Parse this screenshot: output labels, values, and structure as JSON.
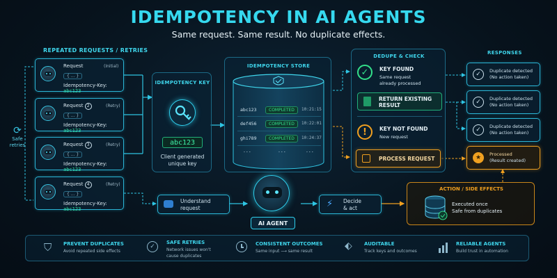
{
  "header": {
    "title": "IDEMPOTENCY IN AI AGENTS",
    "subtitle": "Same request. Same result. No duplicate effects."
  },
  "requests": {
    "section_label": "REPEATED REQUESTS / RETRIES",
    "side_label": "Safe\nretries",
    "items": [
      {
        "label": "Request",
        "num": "",
        "status": "(Initial)",
        "body": "{ ... }",
        "key_label": "Idempotency-Key:",
        "key": "abc123"
      },
      {
        "label": "Request",
        "num": "2",
        "status": "(Retry)",
        "body": "{ ... }",
        "key_label": "Idempotency-Key:",
        "key": "abc123"
      },
      {
        "label": "Request",
        "num": "3",
        "status": "(Retry)",
        "body": "{ ... }",
        "key_label": "Idempotency-Key:",
        "key": "abc123"
      },
      {
        "label": "Request",
        "num": "4",
        "status": "(Retry)",
        "body": "{ ... }",
        "key_label": "Idempotency-Key:",
        "key": "abc123"
      }
    ]
  },
  "idem_key": {
    "section_label": "IDEMPOTENCY KEY",
    "value": "abc123",
    "caption_1": "Client generated",
    "caption_2": "unique key"
  },
  "store": {
    "section_label": "IDEMPOTENCY STORE",
    "rows": [
      {
        "key": "abc123",
        "status": "COMPLETED",
        "time": "10:21:15"
      },
      {
        "key": "def456",
        "status": "COMPLETED",
        "time": "10:22:01"
      },
      {
        "key": "ghi789",
        "status": "COMPLETED",
        "time": "10:24:37"
      },
      {
        "key": "...",
        "status": "...",
        "time": "..."
      }
    ]
  },
  "dedupe": {
    "section_label": "DEDUPE & CHECK",
    "found_title": "KEY FOUND",
    "found_desc_1": "Same request",
    "found_desc_2": "already processed",
    "return_1": "RETURN EXISTING",
    "return_2": "RESULT",
    "notfound_title": "KEY NOT FOUND",
    "notfound_desc": "New request",
    "process": "PROCESS REQUEST"
  },
  "responses": {
    "section_label": "RESPONSES",
    "items": [
      {
        "title": "Duplicate detected",
        "desc": "(No action taken)"
      },
      {
        "title": "Duplicate detected",
        "desc": "(No action taken)"
      },
      {
        "title": "Duplicate detected",
        "desc": "(No action taken)"
      },
      {
        "title": "Processed",
        "desc": "(Result created)"
      }
    ]
  },
  "flow": {
    "understand_1": "Understand",
    "understand_2": "request",
    "agent": "AI AGENT",
    "decide_1": "Decide",
    "decide_2": "& act"
  },
  "side_effects": {
    "section_label": "ACTION / SIDE EFFECTS",
    "line_1": "Executed once",
    "line_2": "Safe from duplicates"
  },
  "footer": [
    {
      "title": "PREVENT DUPLICATES",
      "desc_1": "Avoid repeated side effects",
      "desc_2": "",
      "icon": "shield-check-icon"
    },
    {
      "title": "SAFE RETRIES",
      "desc_1": "Network issues won't",
      "desc_2": "cause duplicates",
      "icon": "check-circle-icon"
    },
    {
      "title": "CONSISTENT OUTCOMES",
      "desc_1": "Same input ⟶ same result",
      "desc_2": "",
      "icon": "clock-icon"
    },
    {
      "title": "AUDITABLE",
      "desc_1": "Track keys and outcomes",
      "desc_2": "",
      "icon": "tag-icon"
    },
    {
      "title": "RELIABLE AGENTS",
      "desc_1": "Build trust in automation",
      "desc_2": "",
      "icon": "bar-chart-icon"
    }
  ],
  "colors": {
    "accent": "#36d9ef",
    "key_green": "#33e0a0",
    "warning": "#f0a020",
    "background": "#07131d"
  }
}
